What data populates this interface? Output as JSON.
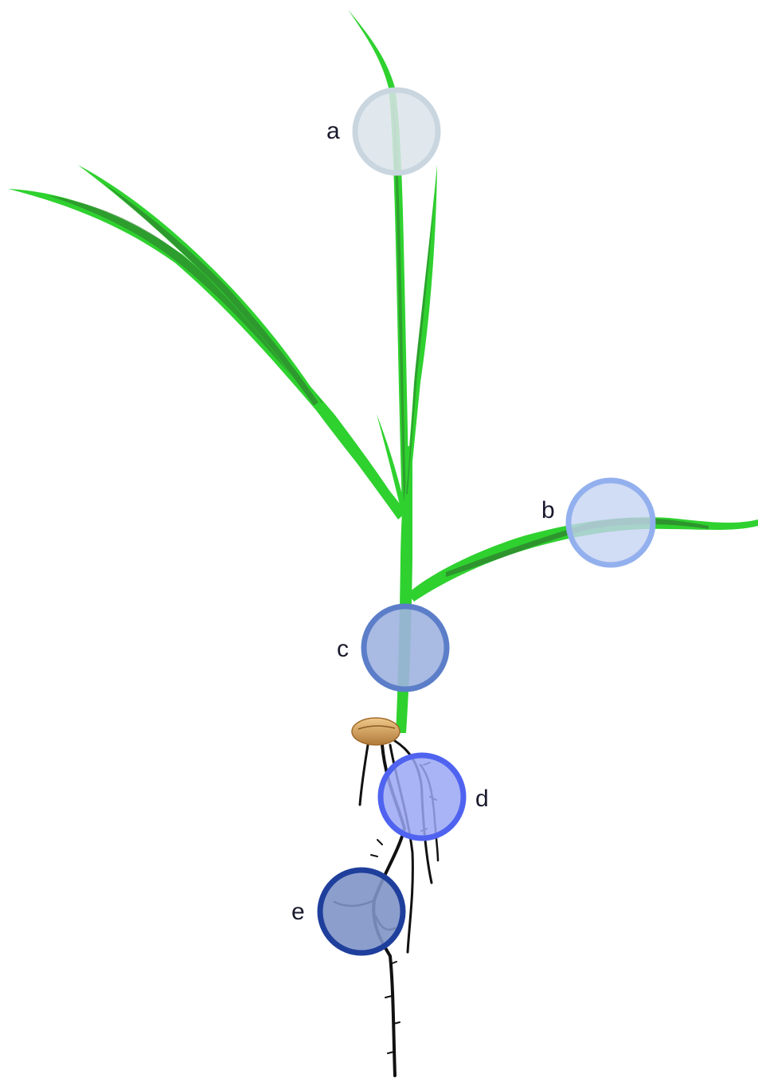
{
  "labels": {
    "a": "a",
    "b": "b",
    "c": "c",
    "d": "d",
    "e": "e"
  },
  "colors": {
    "leaf": "#2fd12f",
    "leaf_dark": "#2e8b2e",
    "root": "#111111",
    "seed": "#d9a45a",
    "marker_a_fill": "#dbe4ea",
    "marker_a_ring": "#c9d6df",
    "marker_b_fill": "#c5d3f3",
    "marker_b_ring": "#93b0ee",
    "marker_c_fill": "#a0b3e0",
    "marker_c_ring": "#5c7ec9",
    "marker_d_fill": "#9aa7f4",
    "marker_d_ring": "#4f63f0",
    "marker_e_fill": "#7f93c6",
    "marker_e_ring": "#1f3f9c"
  }
}
